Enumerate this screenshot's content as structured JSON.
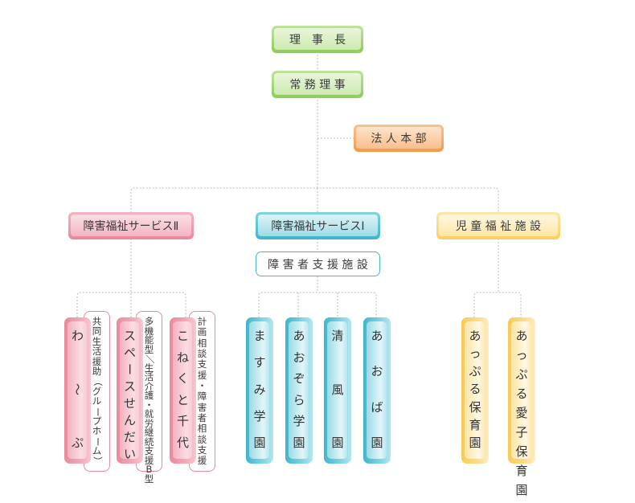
{
  "chart_title": "",
  "top": {
    "chairman": "理　事　長",
    "managing_director": "常 務 理 事",
    "headquarters": "法 人 本 部"
  },
  "divisions": {
    "welfare2": {
      "label": "障害福祉サービスⅡ",
      "facilities": [
        {
          "name": "わ〜ぷ",
          "desc": "共同生活援助（グループホーム）"
        },
        {
          "name": "スペースせんだい",
          "desc": "多機能型／生活介護・就労継続支援B型"
        },
        {
          "name": "こねくと千代",
          "desc": "計画相談支援・障害者相談支援"
        }
      ]
    },
    "welfare1": {
      "label": "障害福祉サービスⅠ",
      "sublabel": "障 害 者 支 援 施 設",
      "facilities": [
        {
          "name": "ますみ学園"
        },
        {
          "name": "あおぞら学園"
        },
        {
          "name": "清風園"
        },
        {
          "name": "あおば園"
        }
      ]
    },
    "child": {
      "label": "児 童 福 祉 施 設",
      "facilities": [
        {
          "name": "あっぷる保育園"
        },
        {
          "name": "あっぷる愛子保育園"
        }
      ]
    }
  },
  "colors": {
    "executive": "#8ecb5b",
    "headquarters": "#f29a4e",
    "welfare2": "#e9899c",
    "welfare1": "#3eb5cc",
    "child": "#f9cf61",
    "connector": "#b5b5b5"
  }
}
